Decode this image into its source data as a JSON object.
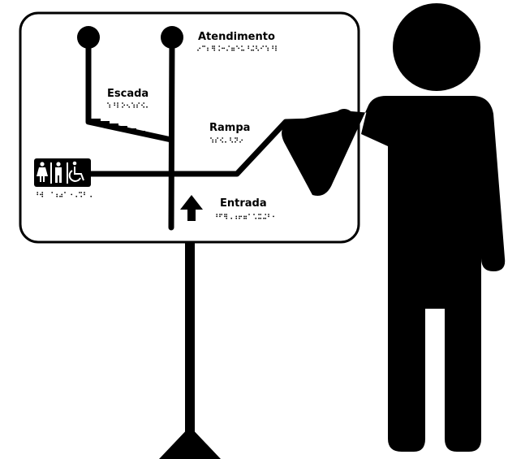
{
  "sign": {
    "labels": {
      "atendimento": "Atendimento",
      "escada": "Escada",
      "rampa": "Rampa",
      "entrada": "Entrada"
    },
    "icons": [
      "female-restroom-icon",
      "male-restroom-icon",
      "wheelchair-accessible-icon",
      "up-arrow-icon"
    ]
  },
  "colors": {
    "ink": "#000000",
    "background": "#ffffff"
  }
}
